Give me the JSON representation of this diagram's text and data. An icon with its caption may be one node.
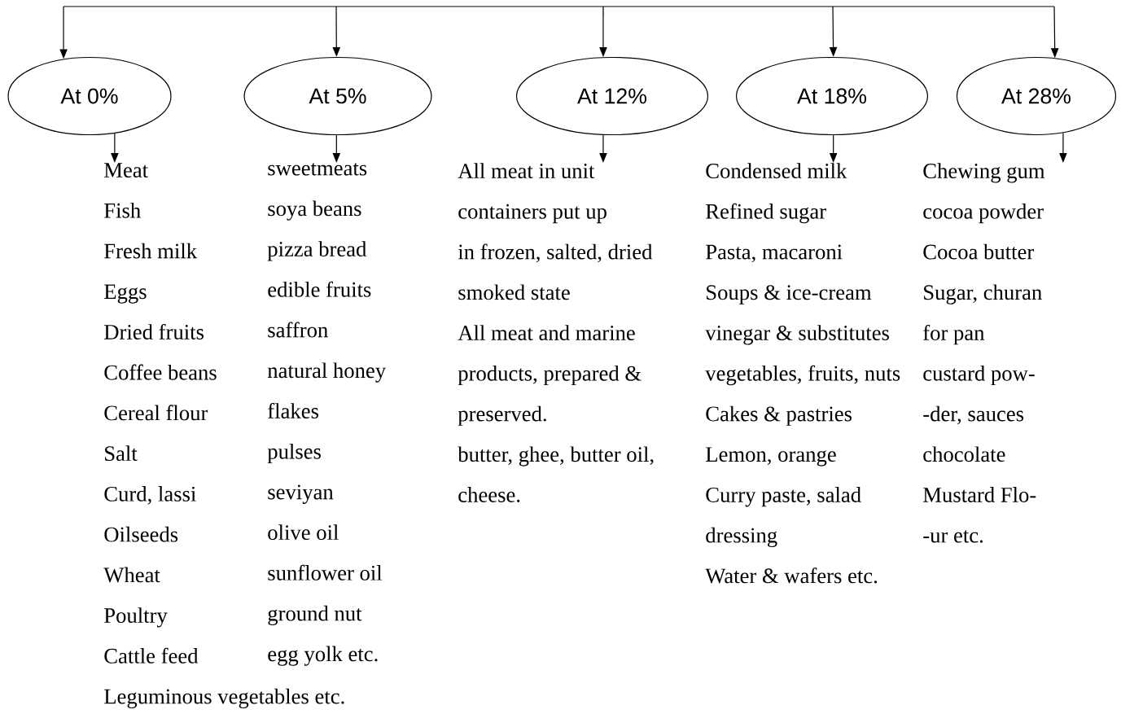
{
  "diagram": {
    "nodes": [
      {
        "text": [
          "At 0%"
        ]
      },
      {
        "text": [
          "At 5%"
        ]
      },
      {
        "text": [
          "At 12%"
        ]
      },
      {
        "text": [
          "At 18%"
        ]
      },
      {
        "text": [
          "At 28%"
        ]
      },
      {
        "text": [
          "Meat",
          "Fish",
          "Fresh milk",
          "Eggs",
          "Dried fruits",
          "Coffee beans",
          "Cereal flour",
          "Salt",
          "Curd, lassi",
          "Oilseeds",
          "Wheat",
          "Poultry",
          "Cattle feed",
          "Leguminous vegetables etc."
        ]
      },
      {
        "text": [
          "sweetmeats",
          "soya beans",
          "pizza bread",
          "edible fruits",
          "saffron",
          "natural honey",
          "flakes",
          "pulses",
          "seviyan",
          "olive oil",
          "sunflower oil",
          "ground nut",
          "egg yolk etc."
        ]
      },
      {
        "text": [
          "All meat in unit",
          "containers put up",
          "in frozen, salted, dried",
          "smoked state",
          "All meat and marine",
          "products, prepared &",
          "preserved.",
          "butter, ghee, butter oil,",
          "cheese."
        ]
      },
      {
        "text": [
          "Condensed milk",
          "Refined sugar",
          "Pasta, macaroni",
          "Soups & ice-cream",
          "vinegar & substitutes",
          "vegetables, fruits, nuts",
          "Cakes & pastries",
          "Lemon, orange",
          "Curry paste, salad",
          "dressing",
          "Water & wafers etc."
        ]
      },
      {
        "text": [
          "Chewing gum",
          "cocoa powder",
          "Cocoa butter",
          "Sugar, churan",
          "for pan",
          "custard pow-",
          "-der, sauces",
          "chocolate",
          "Mustard Flo-",
          "-ur etc."
        ]
      }
    ],
    "edges": [
      {
        "from": null,
        "to": 0,
        "arrow": "to"
      },
      {
        "from": null,
        "to": 1,
        "arrow": "to"
      },
      {
        "from": null,
        "to": 2,
        "arrow": "to"
      },
      {
        "from": null,
        "to": 3,
        "arrow": "to"
      },
      {
        "from": null,
        "to": 4,
        "arrow": "to"
      },
      {
        "from": 0,
        "to": 5,
        "arrow": "to"
      },
      {
        "from": 1,
        "to": 6,
        "arrow": "to"
      },
      {
        "from": 2,
        "to": 7,
        "arrow": "to"
      },
      {
        "from": 3,
        "to": 8,
        "arrow": "to"
      },
      {
        "from": 4,
        "to": 9,
        "arrow": "to"
      }
    ]
  }
}
